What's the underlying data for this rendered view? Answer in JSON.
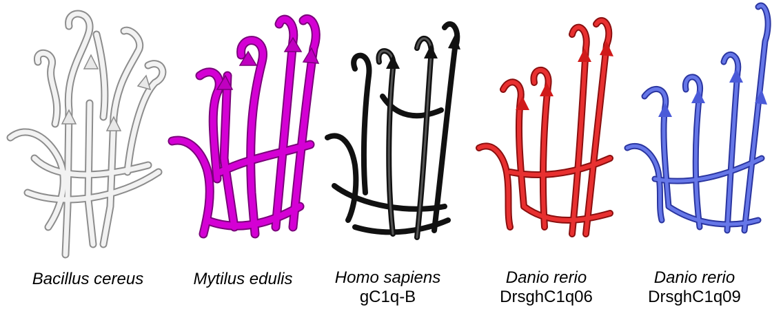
{
  "figure": {
    "structures": [
      {
        "species": "Bacillus cereus",
        "gene": "",
        "color": "#ffffff",
        "edge_color": "#8c8c8c"
      },
      {
        "species": "Mytilus edulis",
        "gene": "",
        "color": "#cc00cc",
        "edge_color": "#7a007a"
      },
      {
        "species": "Homo sapiens",
        "gene": "gC1q-B",
        "color": "#111111",
        "edge_color": "#000000"
      },
      {
        "species": "Danio rerio",
        "gene": "DrsghC1q06",
        "color": "#e02a2a",
        "edge_color": "#8a0f0f"
      },
      {
        "species": "Danio rerio",
        "gene": "DrsghC1q09",
        "color": "#5566dd",
        "edge_color": "#2a35a0"
      }
    ]
  }
}
